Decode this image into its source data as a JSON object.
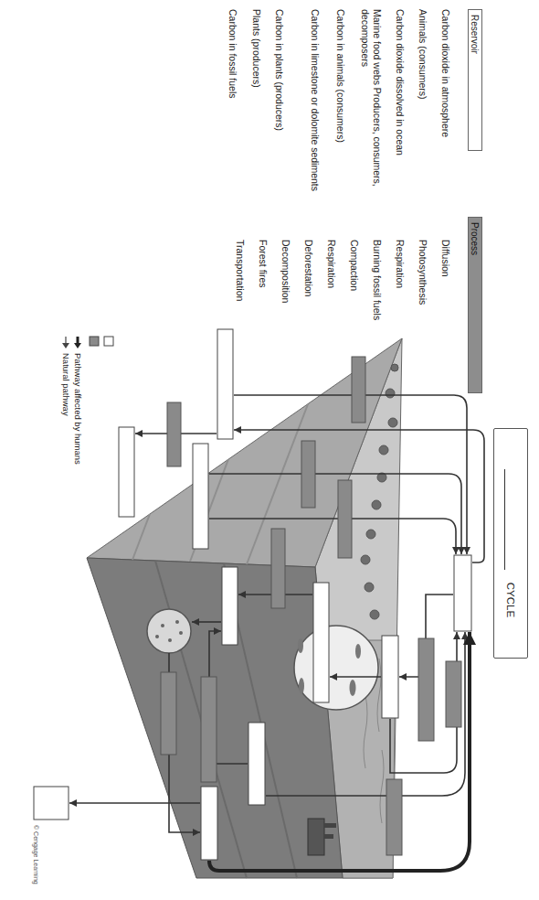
{
  "diagram": {
    "nodes": [
      {
        "text": [
          "Reservoir"
        ]
      },
      {
        "text": [
          "Process"
        ]
      },
      {
        "text": [
          "CYCLE"
        ]
      }
    ],
    "labels": [
      "Carbon dioxide in atmosphere",
      "Animals (consumers)",
      "Carbon dioxide dissolved in ocean",
      "Marine food webs Producers, consumers, decomposers",
      "Carbon in animals (consumers)",
      "Carbon in limestone or dolomite sediments",
      "Carbon in plants (producers)",
      "Plants (producers)",
      "Carbon in fossil fuels",
      "Diffusion",
      "Photosynthesis",
      "Respiration",
      "Burning fossil fuels",
      "Compaction",
      "Respiration",
      "Deforestation",
      "Decomposition",
      "Forest fires",
      "Transportation",
      "© Cengage Learning"
    ],
    "legend": [
      {
        "text": "Pathway affected by humans"
      },
      {
        "text": "Natural pathway"
      }
    ]
  }
}
